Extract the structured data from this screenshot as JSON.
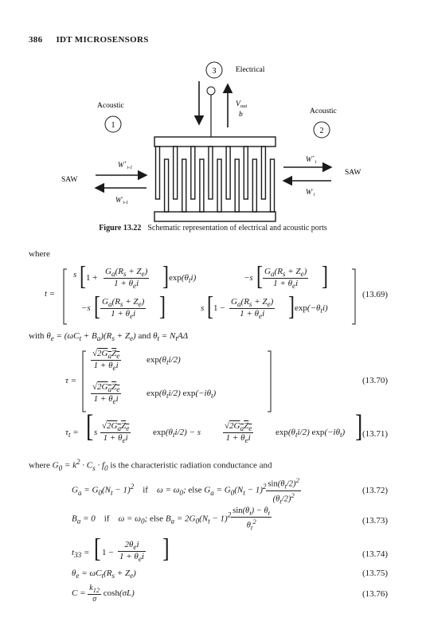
{
  "header": {
    "page_number": "386",
    "running_title": "IDT MICROSENSORS"
  },
  "figure": {
    "port3_number": "3",
    "electrical_label": "Electrical",
    "vout_label": "V",
    "vout_sub": "out",
    "b_label": "b",
    "acoustic_left": "Acoustic",
    "acoustic_right": "Acoustic",
    "port1_number": "1",
    "port2_number": "2",
    "saw_left": "SAW",
    "saw_right": "SAW",
    "w_plus_left": "W",
    "w_plus_left_sup": "+",
    "w_plus_left_sub": "i-1",
    "w_minus_left": "W",
    "w_minus_left_sup": "-",
    "w_minus_left_sub": "i-1",
    "w_plus_right": "W",
    "w_plus_right_sup": "+",
    "w_plus_right_sub": "i",
    "w_minus_right": "W",
    "w_minus_right_sup": "-",
    "w_minus_right_sub": "i",
    "caption_label": "Figure 13.22",
    "caption_text": "Schematic representation of electrical and acoustic ports"
  },
  "body": {
    "where1": "where",
    "with_text": "with",
    "and_text": "and",
    "where2": "where",
    "g0_text": "is the characteristic radiation conductance and",
    "if_text": "if",
    "else_text": "else",
    "if_text2": "if",
    "else_text2": "else"
  },
  "equations": {
    "eq69": "(13.69)",
    "eq70": "(13.70)",
    "eq71": "(13.71)",
    "eq72": "(13.72)",
    "eq73": "(13.73)",
    "eq74": "(13.74)",
    "eq75": "(13.75)",
    "eq76": "(13.76)"
  }
}
